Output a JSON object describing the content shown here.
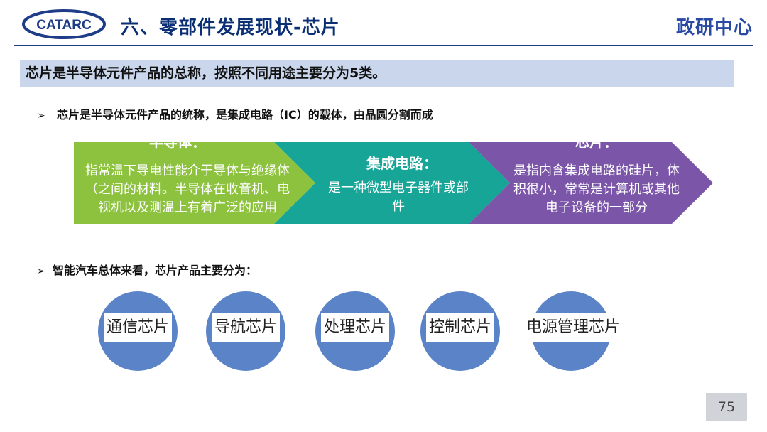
{
  "header": {
    "logo_text": "CATARC",
    "title": "六、零部件发展现状-芯片",
    "brand": "政研中心"
  },
  "summary": "芯片是半导体元件产品的总称，按照不同用途主要分为5类。",
  "bullet1": {
    "mark": "➢",
    "text": "芯片是半导体元件产品的统称，是集成电路（IC）的载体，由晶圆分割而成"
  },
  "chevrons": [
    {
      "heading": "半导体：",
      "text": "指常温下导电性能介于导体与绝缘体（之间的材料。半导体在收音机、电视机以及测温上有着广泛的应用",
      "color": "#8dc23f"
    },
    {
      "heading": "集成电路：",
      "text": "是一种微型电子器件或部件",
      "color": "#17a598"
    },
    {
      "heading": "芯片：",
      "text": "是指内含集成电路的硅片，体积很小，常常是计算机或其他电子设备的一部分",
      "color": "#7b55a8"
    }
  ],
  "bullet2": {
    "mark": "➢",
    "text": "智能汽车总体来看，芯片产品主要分为："
  },
  "categories": [
    "通信芯片",
    "导航芯片",
    "处理芯片",
    "控制芯片",
    "电源管理芯片"
  ],
  "page_number": "75",
  "colors": {
    "title": "#0b2f74",
    "summary_bg": "#c9d6ec",
    "circle": "#5b84c8"
  }
}
